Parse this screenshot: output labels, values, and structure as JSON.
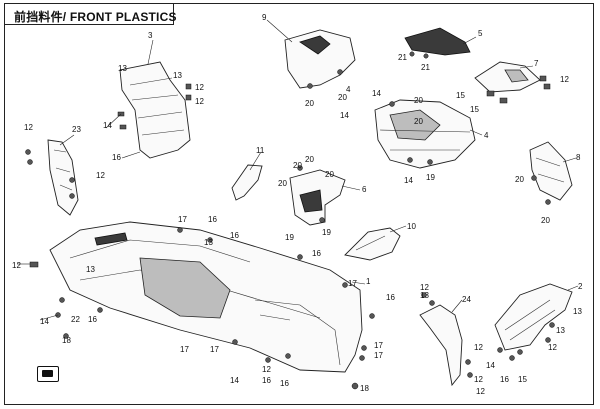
{
  "title": "前挡料件/ FRONT PLASTICS",
  "callouts": [
    {
      "id": "c1",
      "text": "1"
    },
    {
      "id": "c2",
      "text": "2"
    },
    {
      "id": "c3",
      "text": "3"
    },
    {
      "id": "c4",
      "text": "4"
    },
    {
      "id": "c5",
      "text": "5"
    },
    {
      "id": "c6",
      "text": "6"
    },
    {
      "id": "c7",
      "text": "7"
    },
    {
      "id": "c8",
      "text": "8"
    },
    {
      "id": "c9",
      "text": "9"
    },
    {
      "id": "c10",
      "text": "10"
    },
    {
      "id": "c11",
      "text": "11"
    },
    {
      "id": "c12a",
      "text": "12"
    },
    {
      "id": "c13a",
      "text": "13"
    },
    {
      "id": "c14a",
      "text": "14"
    },
    {
      "id": "c15a",
      "text": "15"
    },
    {
      "id": "c16a",
      "text": "16"
    },
    {
      "id": "c17a",
      "text": "17"
    },
    {
      "id": "c18a",
      "text": "18"
    },
    {
      "id": "c19a",
      "text": "19"
    },
    {
      "id": "c20a",
      "text": "20"
    },
    {
      "id": "c21a",
      "text": "21"
    },
    {
      "id": "c22",
      "text": "22"
    },
    {
      "id": "c23",
      "text": "23"
    },
    {
      "id": "c24",
      "text": "24"
    }
  ]
}
